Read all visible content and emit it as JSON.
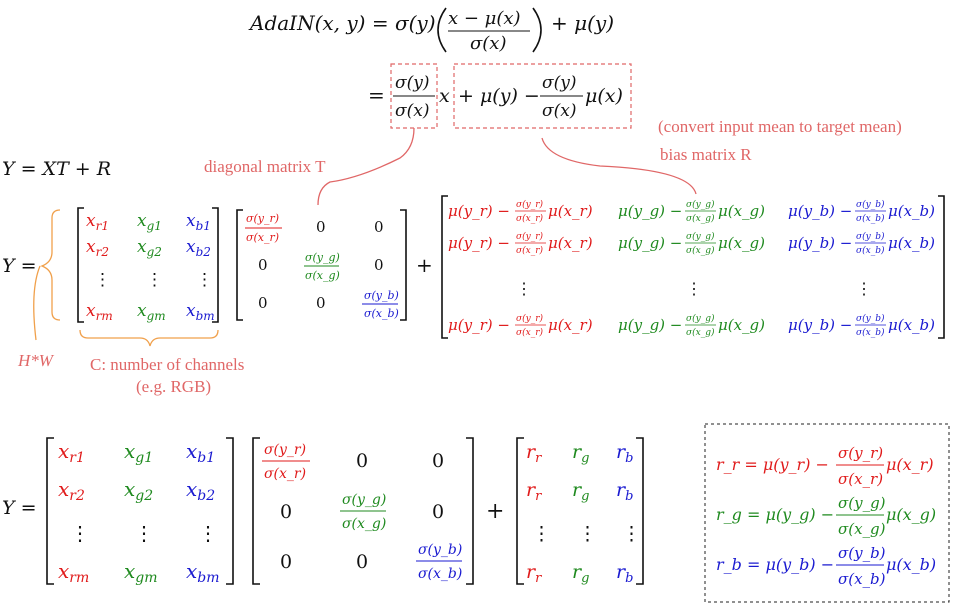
{
  "equations": {
    "adain_lhs": "AdaIN(x, y) = σ(y)",
    "adain_frac_num": "x − μ(x)",
    "adain_frac_den": "σ(x)",
    "adain_tail": "+ μ(y)",
    "line2_eq": "=",
    "line2_frac1_num": "σ(y)",
    "line2_frac1_den": "σ(x)",
    "line2_x": "x",
    "line2_mid": "+ μ(y) −",
    "line2_frac2_num": "σ(y)",
    "line2_frac2_den": "σ(x)",
    "line2_tail": "μ(x)",
    "y_eq_xt_r": "Y = XT + R",
    "y_equals": "Y =",
    "plus": "+"
  },
  "annotations": {
    "convert": "(convert input mean to target mean)",
    "bias": "bias matrix R",
    "diagonal": "diagonal matrix T",
    "hw": "H*W",
    "channels": "C: number of channels",
    "eg": "(e.g. RGB)"
  },
  "matrix_x": {
    "rows": [
      [
        "x_r1",
        "x_g1",
        "x_b1"
      ],
      [
        "x_r2",
        "x_g2",
        "x_b2"
      ],
      [
        "⋮",
        "⋮",
        "⋮"
      ],
      [
        "x_rm",
        "x_gm",
        "x_bm"
      ]
    ],
    "sym": "x",
    "subs": [
      [
        "r1",
        "g1",
        "b1"
      ],
      [
        "r2",
        "g2",
        "b2"
      ],
      [
        "",
        "",
        " "
      ],
      [
        "rm",
        "gm",
        "bm"
      ]
    ],
    "dots": "⋮"
  },
  "matrix_t": {
    "zero": "0",
    "r_num": "σ(y_r)",
    "r_den": "σ(x_r)",
    "g_num": "σ(y_g)",
    "g_den": "σ(x_g)",
    "b_num": "σ(y_b)",
    "b_den": "σ(x_b)"
  },
  "matrix_r_top": {
    "r_pre": "μ(y_r) −",
    "r_post": "μ(x_r)",
    "g_pre": "μ(y_g) −",
    "g_post": "μ(x_g)",
    "b_pre": "μ(y_b) −",
    "b_post": "μ(x_b)",
    "dots": "⋮"
  },
  "matrix_r_bottom": {
    "rr": "r_r",
    "rg": "r_g",
    "rb": "r_b",
    "dots": "⋮"
  },
  "box": {
    "r_lhs": "r_r = μ(y_r) −",
    "r_num": "σ(y_r)",
    "r_den": "σ(x_r)",
    "r_tail": "μ(x_r)",
    "g_lhs": "r_g = μ(y_g) −",
    "g_num": "σ(y_g)",
    "g_den": "σ(x_g)",
    "g_tail": "μ(x_g)",
    "b_lhs": "r_b = μ(y_b) −",
    "b_num": "σ(y_b)",
    "b_den": "σ(x_b)",
    "b_tail": "μ(x_b)"
  },
  "colors": {
    "red": "#e01b1b",
    "green": "#1f8a1f",
    "blue": "#1a1ad0",
    "annotation": "#e06767",
    "brace_orange": "#f0a04b"
  }
}
